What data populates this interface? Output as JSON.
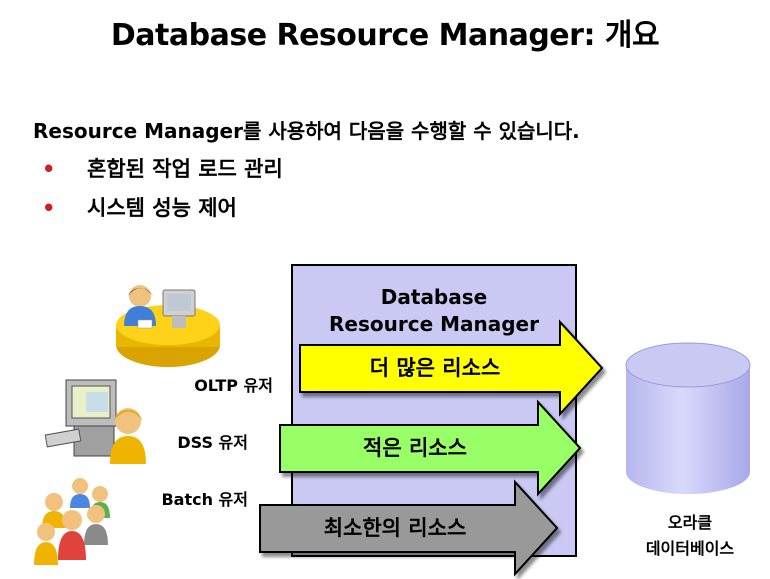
{
  "title": "Database Resource Manager: 개요",
  "intro": "Resource Manager를 사용하여 다음을 수행할 수 있습니다.",
  "bullets": [
    {
      "marker": "•",
      "text": "혼합된 작업 로드 관리"
    },
    {
      "marker": "•",
      "text": "시스템 성능 제어"
    }
  ],
  "panel": {
    "line1": "Database",
    "line2": "Resource Manager"
  },
  "arrows": [
    {
      "label": "더 많은 리소스",
      "color": "#ffff00"
    },
    {
      "label": "적은 리소스",
      "color": "#99ff66"
    },
    {
      "label": "최소한의 리소스",
      "color": "#999999"
    }
  ],
  "users": [
    {
      "label": "OLTP 유저",
      "icon": "oltp-user-icon"
    },
    {
      "label": "DSS 유저",
      "icon": "dss-user-icon"
    },
    {
      "label": "Batch 유저",
      "icon": "batch-users-icon"
    }
  ],
  "database": {
    "line1": "오라클",
    "line2": "데이터베이스",
    "color": "#c9c9f3"
  }
}
